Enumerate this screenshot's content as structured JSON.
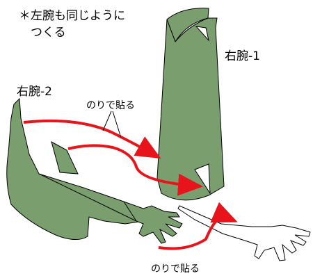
{
  "note": {
    "line1": "＊左腕も同じように",
    "line2": "つくる"
  },
  "parts": {
    "right_arm_1": "右腕-1",
    "right_arm_2": "右腕-2"
  },
  "glue_labels": {
    "upper": "のりで貼る",
    "lower": "のりで貼る"
  },
  "colors": {
    "part_fill": "#7a9e6e",
    "outline": "#000000",
    "arrow": "#e8141b",
    "background": "#ffffff"
  }
}
